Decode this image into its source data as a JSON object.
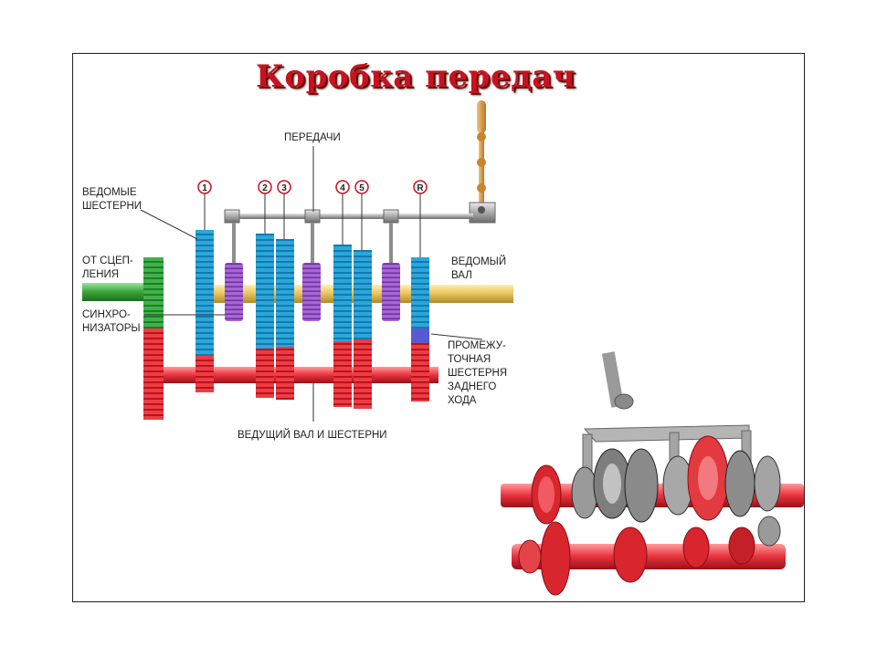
{
  "title": "Коробка передач",
  "labels": {
    "gears": "ПЕРЕДАЧИ",
    "driven_gears": "ВЕДОМЫЕ\nШЕСТЕРНИ",
    "from_clutch": "ОТ СЦЕП-\nЛЕНИЯ",
    "synchronizers": "СИНХРО-\nНИЗАТОРЫ",
    "driven_shaft": "ВЕДОМЫЙ\nВАЛ",
    "intermediate": "ПРОМЕЖУ-\nТОЧНАЯ\nШЕСТЕРНЯ\nЗАДНЕГО\nХОДА",
    "drive_shaft": "ВЕДУЩИЙ ВАЛ И ШЕСТЕРНИ"
  },
  "gear_numbers": [
    "1",
    "2",
    "3",
    "4",
    "5",
    "R"
  ],
  "shift_pattern_number": "1",
  "colors": {
    "title": "#c8121e",
    "driven_gear": "#2aa7dc",
    "drive_gear": "#e8323c",
    "synchronizer": "#9b59c9",
    "input_shaft": "#3aa63a",
    "output_shaft": "#e6c35c",
    "lever": "#d89a3a",
    "selector_rod": "#a9a9a9"
  }
}
